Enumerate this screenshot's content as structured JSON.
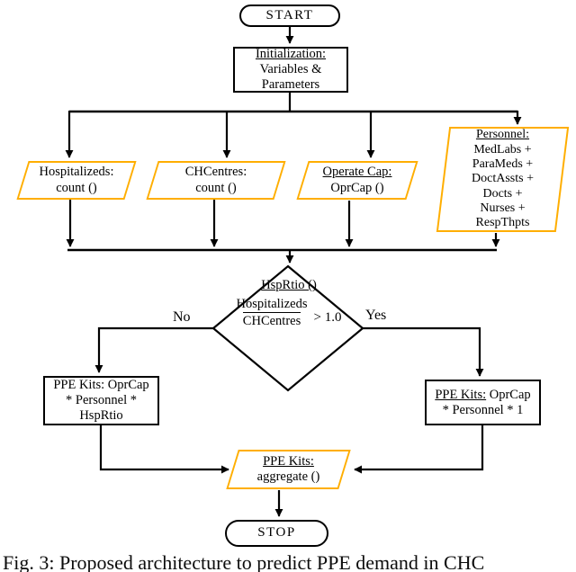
{
  "colors": {
    "accent": "#FFAE00",
    "line": "#000000"
  },
  "nodes": {
    "start": {
      "label": "START"
    },
    "init": {
      "title": "Initialization:",
      "line2": "Variables &",
      "line3": "Parameters"
    },
    "hospitalizeds": {
      "line1": "Hospitalizeds:",
      "line2": "count ()"
    },
    "chcentres": {
      "line1": "CHCentres:",
      "line2": "count ()"
    },
    "operate_cap": {
      "title": "Operate Cap:",
      "line2": "OprCap ()"
    },
    "personnel": {
      "title": "Personnel:",
      "line2": "MedLabs +",
      "line3": "ParaMeds +",
      "line4": "DoctAssts +",
      "line5": "Docts +",
      "line6": "Nurses +",
      "line7": "RespThpts"
    },
    "decision": {
      "title": "HspRtio ()",
      "numerator": "Hospitalizeds",
      "denominator": "CHCentres",
      "comparison": "> 1.0",
      "no_label": "No",
      "yes_label": "Yes"
    },
    "left_box": {
      "line1": "PPE Kits: OprCap",
      "line2": "* Personnel *",
      "line3": "HspRtio"
    },
    "right_box": {
      "title": "PPE Kits:",
      "line1_rest": " OprCap",
      "line2": "* Personnel * 1"
    },
    "aggregate": {
      "title": "PPE Kits:",
      "line2": "aggregate ()"
    },
    "stop": {
      "label": "STOP"
    }
  },
  "caption": "Fig. 3: Proposed architecture to predict PPE demand in CHC"
}
